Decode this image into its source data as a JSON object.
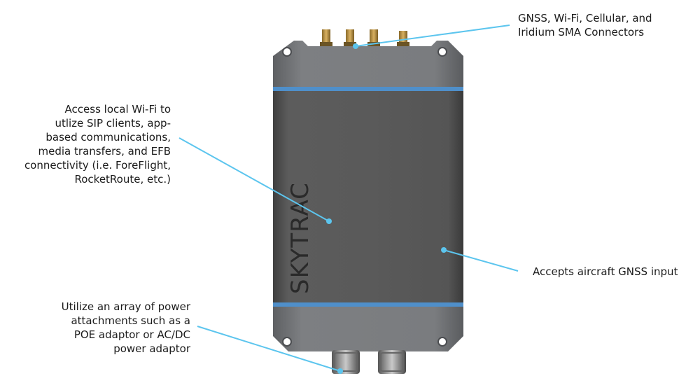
{
  "device": {
    "brand_text": "SKYTRAC",
    "colors": {
      "accent_line": "#5cc5ee",
      "body_band": "#5a5a5a",
      "end_cap": "#77797c",
      "stripe": "#4f8fca"
    }
  },
  "callouts": {
    "connectors": "GNSS, Wi-Fi, Cellular, and\nIridium SMA Connectors",
    "wifi": "Access local Wi-Fi to\nutlize SIP clients, app-\nbased communications,\nmedia transfers, and EFB\nconnectivity (i.e. ForeFlight,\nRocketRoute, etc.)",
    "gnss_input": "Accepts aircraft GNSS input",
    "power": "Utilize an array of power\nattachments such as a\nPOE adaptor or AC/DC\npower adaptor"
  }
}
